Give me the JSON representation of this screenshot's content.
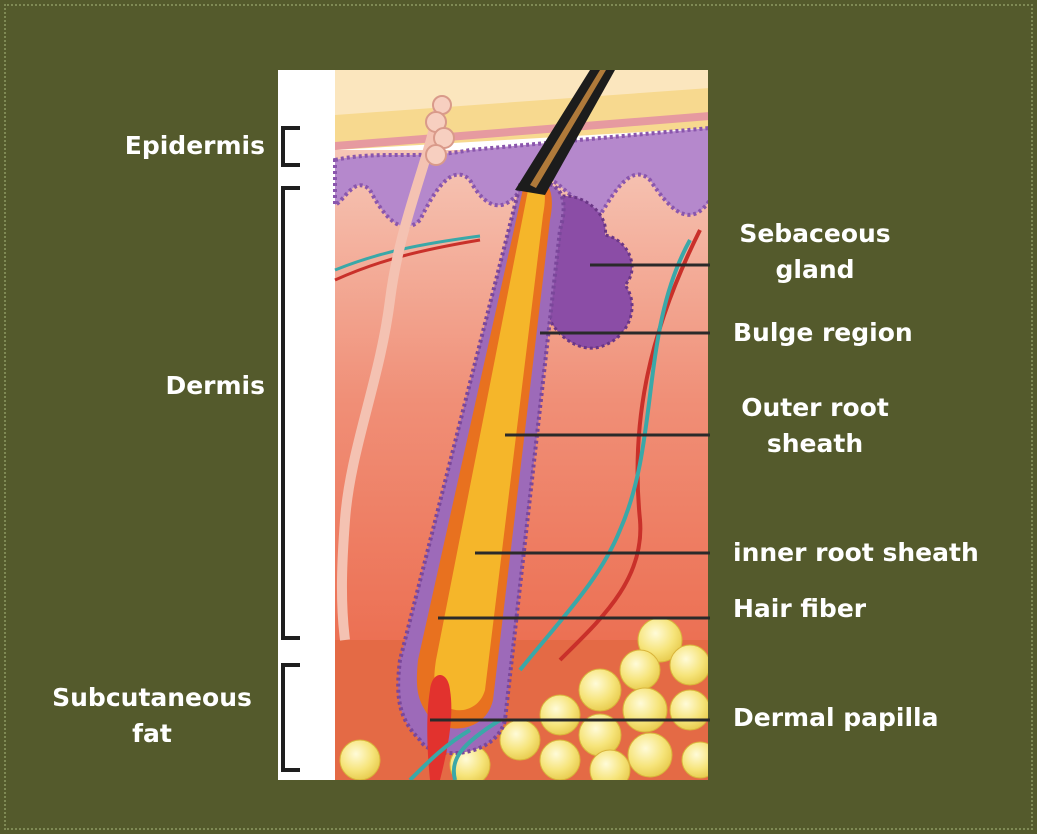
{
  "layers": {
    "epidermis": "Epidermis",
    "dermis": "Dermis",
    "subcutaneous_line1": "Subcutaneous",
    "subcutaneous_line2": "fat"
  },
  "structures": {
    "sebaceous_line1": "Sebaceous",
    "sebaceous_line2": "gland",
    "bulge": "Bulge region",
    "outer_root_line1": "Outer root",
    "outer_root_line2": "sheath",
    "inner_root": "inner root sheath",
    "hair_fiber": "Hair fiber",
    "dermal_papilla": "Dermal papilla"
  },
  "colors": {
    "background": "#545a2c",
    "label_text": "#ffffff",
    "dermis": "#f08a6e",
    "epidermis_purple": "#a06cc0",
    "hair_shaft": "#f5b62a",
    "fat": "#f4e27a"
  }
}
